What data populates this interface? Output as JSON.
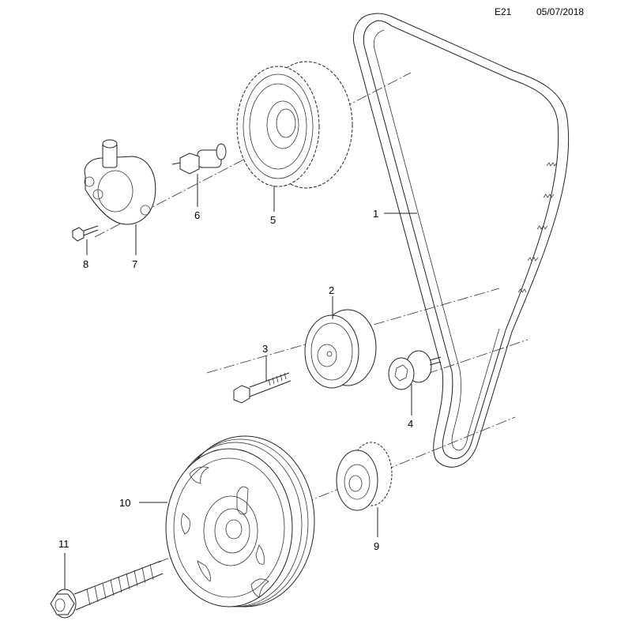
{
  "header": {
    "page_code": "E21",
    "date": "05/07/2018"
  },
  "callouts": [
    {
      "id": "1",
      "part": "timing-belt"
    },
    {
      "id": "2",
      "part": "tensioner-pulley"
    },
    {
      "id": "3",
      "part": "tensioner-bolt"
    },
    {
      "id": "4",
      "part": "idler-roller"
    },
    {
      "id": "5",
      "part": "camshaft-sprocket"
    },
    {
      "id": "6",
      "part": "camshaft-valve"
    },
    {
      "id": "7",
      "part": "camshaft-position-sensor-housing"
    },
    {
      "id": "8",
      "part": "housing-bolt"
    },
    {
      "id": "9",
      "part": "crankshaft-sprocket"
    },
    {
      "id": "10",
      "part": "crankshaft-pulley"
    },
    {
      "id": "11",
      "part": "crankshaft-pulley-bolt"
    }
  ]
}
